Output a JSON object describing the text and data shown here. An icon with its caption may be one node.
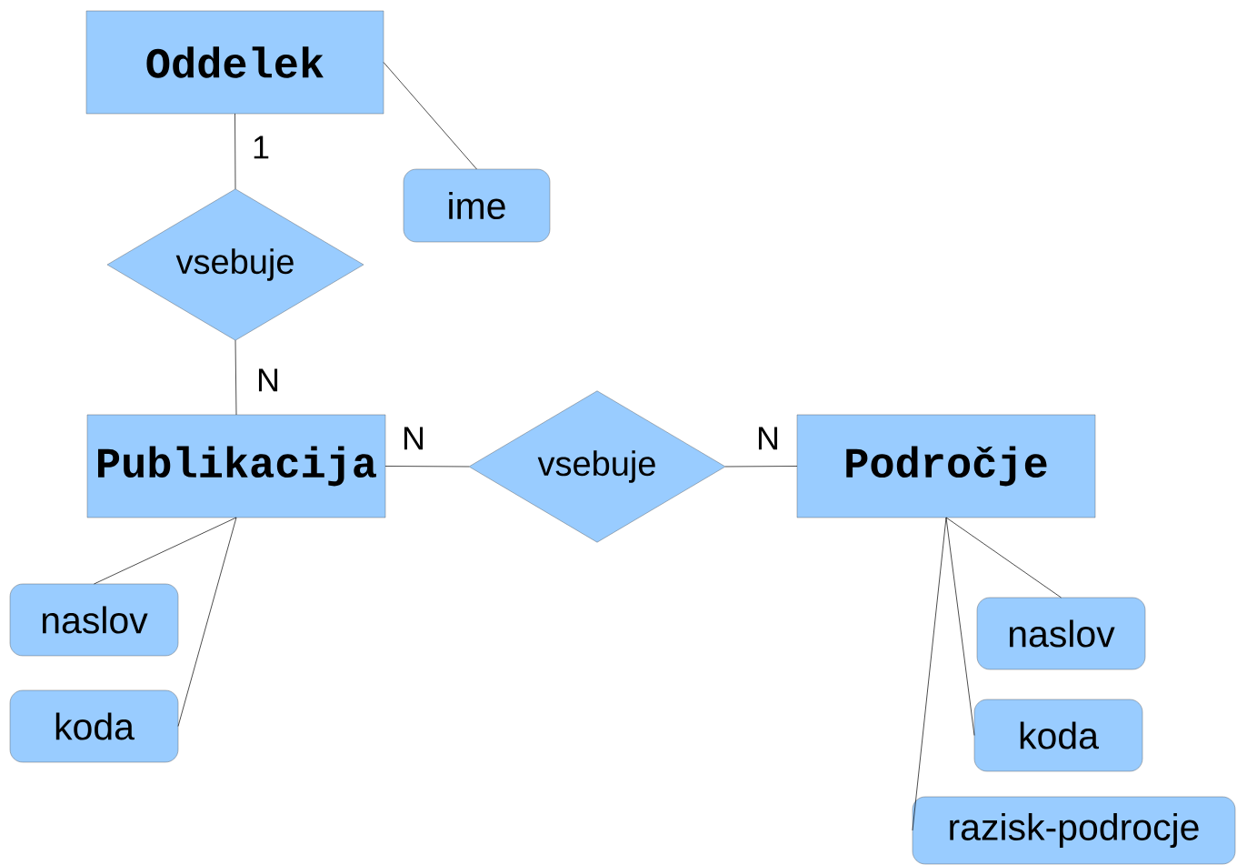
{
  "diagram": {
    "nodes": [
      {
        "text": [
          "Oddelek"
        ]
      },
      {
        "text": [
          "ime"
        ]
      },
      {
        "text": [
          "vsebuje"
        ]
      },
      {
        "text": [
          "Publikacija"
        ]
      },
      {
        "text": [
          "vsebuje"
        ]
      },
      {
        "text": [
          "Področje"
        ]
      },
      {
        "text": [
          "naslov"
        ]
      },
      {
        "text": [
          "koda"
        ]
      },
      {
        "text": [
          "naslov"
        ]
      },
      {
        "text": [
          "koda"
        ]
      },
      {
        "text": [
          "razisk-podrocje"
        ]
      }
    ],
    "edges": [
      {
        "from": 0,
        "to": 1,
        "arrow": "none"
      },
      {
        "from": 0,
        "to": 2,
        "arrow": "none",
        "label": "1"
      },
      {
        "from": 2,
        "to": 3,
        "arrow": "none",
        "label": "N"
      },
      {
        "from": 3,
        "to": 4,
        "arrow": "none",
        "label": "N"
      },
      {
        "from": 4,
        "to": 5,
        "arrow": "none",
        "label": "N"
      },
      {
        "from": 3,
        "to": 6,
        "arrow": "none"
      },
      {
        "from": 3,
        "to": 7,
        "arrow": "none"
      },
      {
        "from": 5,
        "to": 8,
        "arrow": "none"
      },
      {
        "from": 5,
        "to": 9,
        "arrow": "none"
      },
      {
        "from": 5,
        "to": 10,
        "arrow": "none"
      }
    ]
  }
}
